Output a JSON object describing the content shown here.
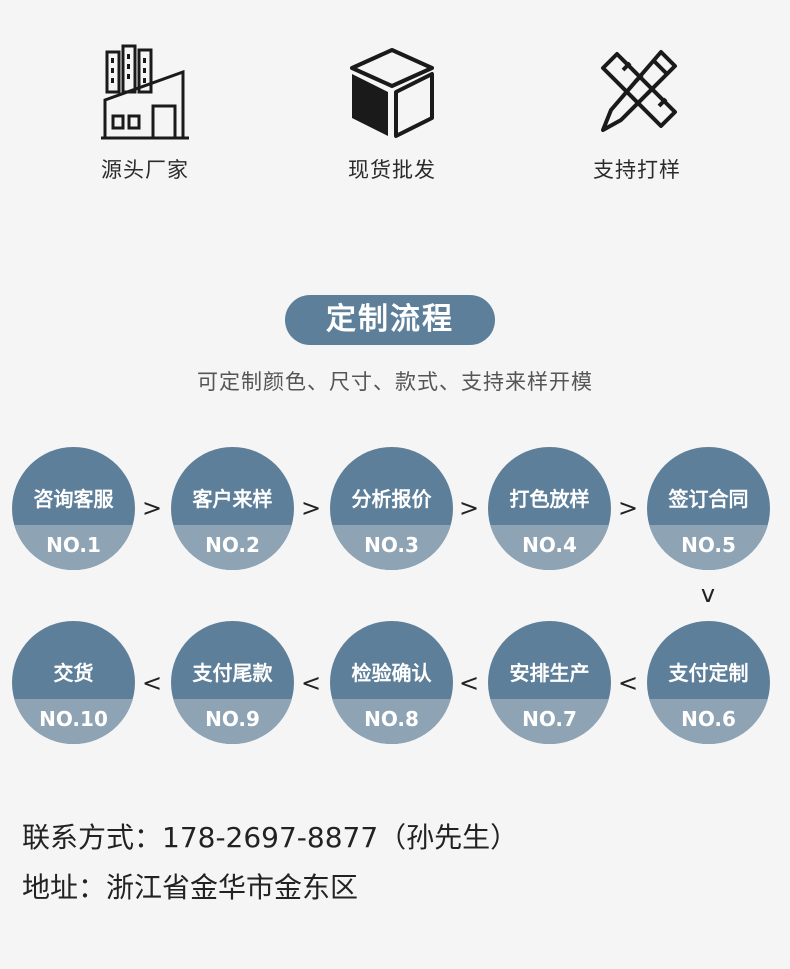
{
  "features": [
    {
      "icon": "factory-icon",
      "label": "源头厂家"
    },
    {
      "icon": "box-icon",
      "label": "现货批发"
    },
    {
      "icon": "ruler-pencil-icon",
      "label": "支持打样"
    }
  ],
  "process": {
    "title": "定制流程",
    "subtitle": "可定制颜色、尺寸、款式、支持来样开模",
    "steps": [
      {
        "name": "咨询客服",
        "num": "NO.1"
      },
      {
        "name": "客户来样",
        "num": "NO.2"
      },
      {
        "name": "分析报价",
        "num": "NO.3"
      },
      {
        "name": "打色放样",
        "num": "NO.4"
      },
      {
        "name": "签订合同",
        "num": "NO.5"
      },
      {
        "name": "支付定制",
        "num": "NO.6"
      },
      {
        "name": "安排生产",
        "num": "NO.7"
      },
      {
        "name": "检验确认",
        "num": "NO.8"
      },
      {
        "name": "支付尾款",
        "num": "NO.9"
      },
      {
        "name": "交货",
        "num": "NO.10"
      }
    ],
    "arrows": {
      "right": ">",
      "left": "<",
      "down": "v"
    }
  },
  "contact": {
    "phone_line": "联系方式：178-2697-8877（孙先生）",
    "address_line": "地址：浙江省金华市金东区"
  },
  "colors": {
    "circle_top": "#5e7f9a",
    "circle_bottom": "#8ea3b4",
    "background": "#f5f5f5"
  }
}
